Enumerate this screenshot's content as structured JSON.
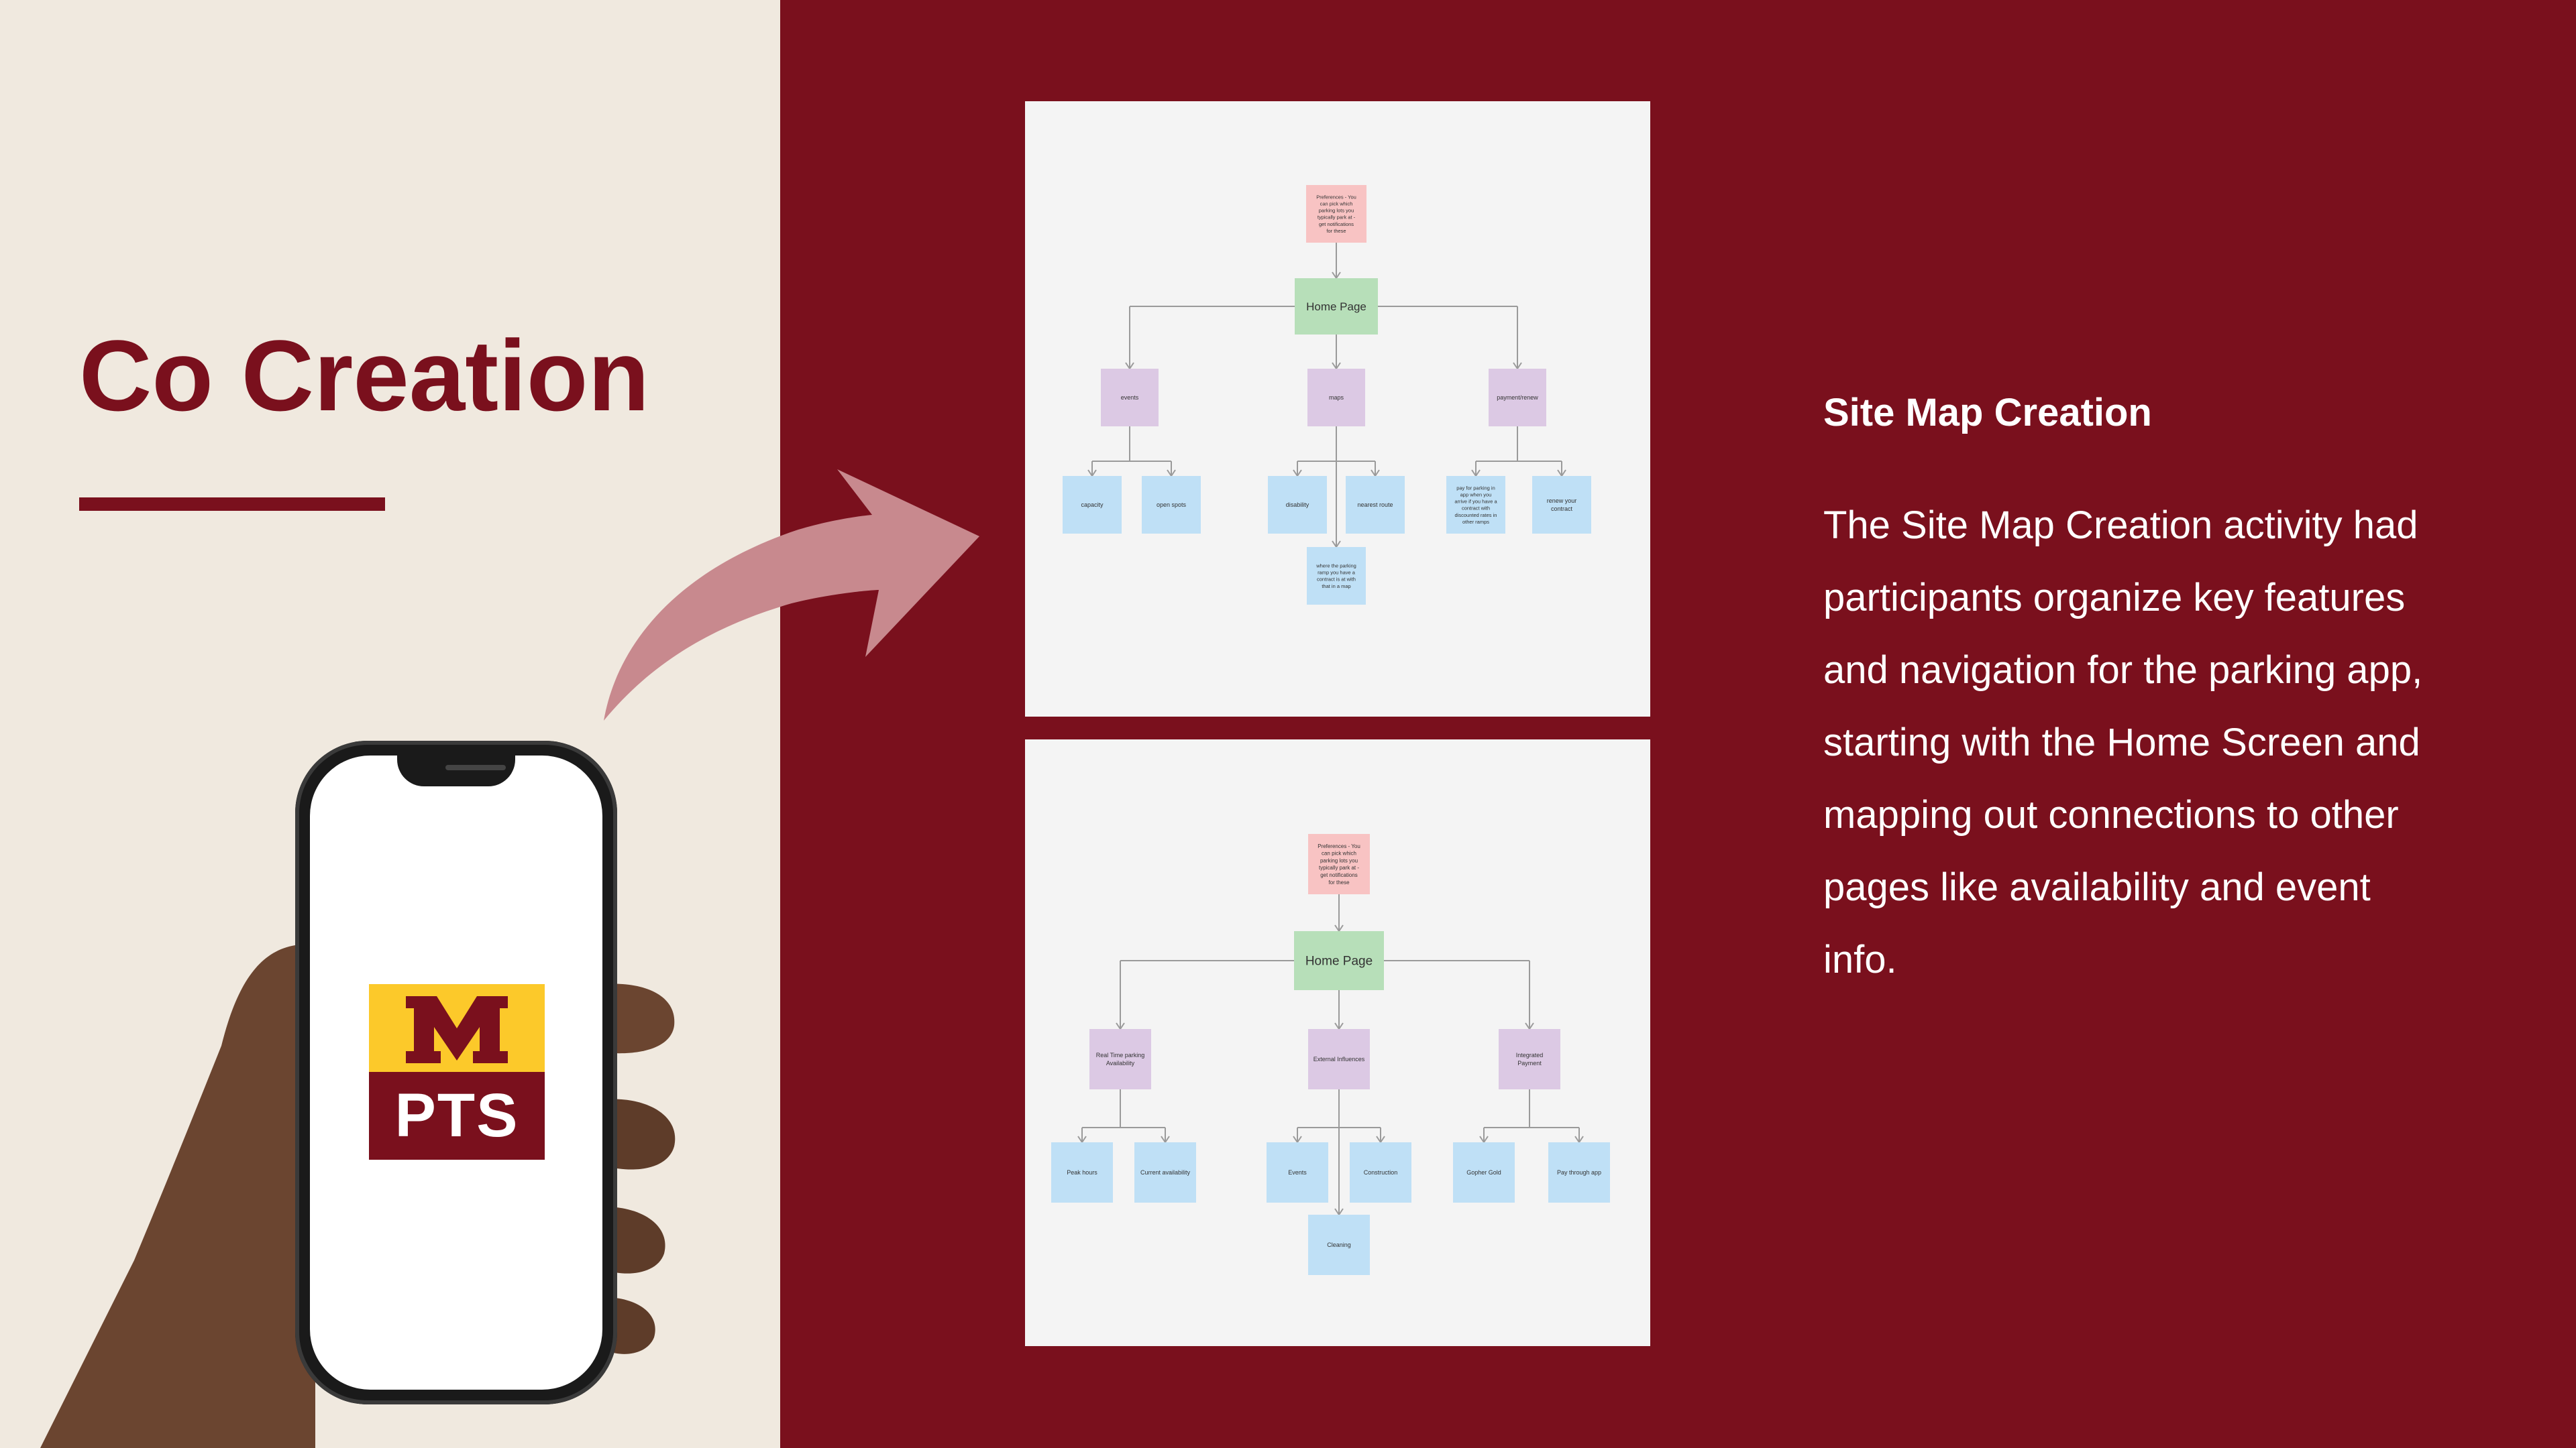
{
  "slide": {
    "title": "Co Creation",
    "section_heading": "Site Map Creation",
    "body": "The Site Map Creation activity had participants organize key features and navigation for the parking app, starting with the Home Screen and mapping out connections to other pages like availability and event info."
  },
  "logo": {
    "text": "PTS",
    "registered_mark": "®"
  },
  "colors": {
    "maroon": "#7a101d",
    "cream": "#f0e9df",
    "gold": "#fcc92a",
    "arrow_pink": "#c8898e",
    "node_pink": "#f8c3c3",
    "node_green": "#b7dfb9",
    "node_purple": "#dcc9e4",
    "node_blue": "#bfe0f6"
  },
  "sitemap_top": {
    "root_note": [
      "Preferences - You",
      "can pick which",
      "parking lots you",
      "typically park at -",
      "get notifications",
      "for these"
    ],
    "home": "Home Page",
    "branches": [
      {
        "label": [
          "events"
        ],
        "children": [
          [
            "capacity"
          ],
          [
            "open spots"
          ]
        ]
      },
      {
        "label": [
          "maps"
        ],
        "children": [
          [
            "disability"
          ],
          [
            "nearest route"
          ],
          [
            "where the parking",
            "ramp you have a",
            "contract is at with",
            "that in a map"
          ]
        ]
      },
      {
        "label": [
          "payment/renew"
        ],
        "children": [
          [
            "pay for parking in",
            "app when you",
            "arrive if you have a",
            "contract with",
            "discounted rates in",
            "other ramps"
          ],
          [
            "renew your",
            "contract"
          ]
        ]
      }
    ]
  },
  "sitemap_bottom": {
    "root_note": [
      "Preferences - You",
      "can pick which",
      "parking lots you",
      "typically park at -",
      "get notifications",
      "for these"
    ],
    "home": "Home Page",
    "branches": [
      {
        "label": [
          "Real Time parking",
          "Availability"
        ],
        "children": [
          [
            "Peak hours"
          ],
          [
            "Current availability"
          ]
        ]
      },
      {
        "label": [
          "External Influences"
        ],
        "children": [
          [
            "Events"
          ],
          [
            "Construction"
          ],
          [
            "Cleaning"
          ]
        ]
      },
      {
        "label": [
          "Integrated",
          "Payment"
        ],
        "children": [
          [
            "Gopher Gold"
          ],
          [
            "Pay through app"
          ]
        ]
      }
    ]
  }
}
